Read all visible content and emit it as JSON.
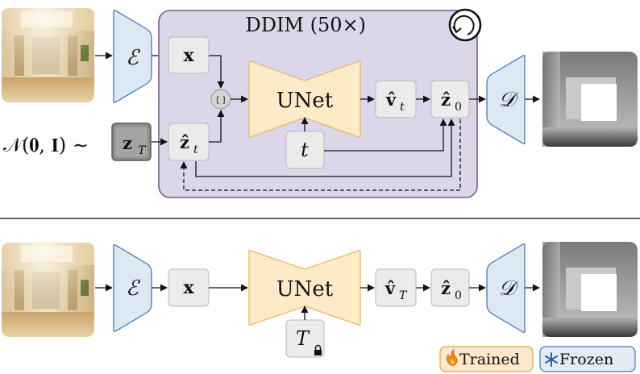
{
  "top": {
    "ddim_label": "DDIM (50×)",
    "prior_label": "𝒩(𝟎, 𝐈) ∼",
    "encoder_label": "ℰ",
    "decoder_label": "𝒟",
    "x_label": "𝐱",
    "z_T_label": "𝐳",
    "z_T_sub": "T",
    "z_t_label": "𝐳̂",
    "z_t_sub": "t",
    "concat_label": "[ ]",
    "unet_label": "UNet",
    "v_label": "𝐯̂",
    "v_sub": "t",
    "z0_label": "𝐳̂",
    "z0_sub": "0",
    "t_label": "t"
  },
  "bottom": {
    "encoder_label": "ℰ",
    "decoder_label": "𝒟",
    "x_label": "𝐱",
    "unet_label": "UNet",
    "v_label": "𝐯̂",
    "v_sub": "T",
    "z0_label": "𝐳̂",
    "z0_sub": "0",
    "T_label": "T"
  },
  "legend": {
    "trained_label": "Trained",
    "frozen_label": "Frozen"
  },
  "colors": {
    "ddim_fill": "#dcd6ea",
    "ddim_stroke": "#7a5a8e",
    "encoder_fill": "#dde8f5",
    "encoder_stroke": "#4a78b0",
    "unet_fill": "#fdebc8",
    "unet_stroke": "#e6b86a",
    "node_fill": "#ebebeb",
    "node_stroke": "#b8b8b8",
    "trained_fill": "#fde9c9",
    "trained_stroke": "#e0a24a",
    "frozen_fill": "#e2ecf7",
    "frozen_stroke": "#4a78b0"
  }
}
